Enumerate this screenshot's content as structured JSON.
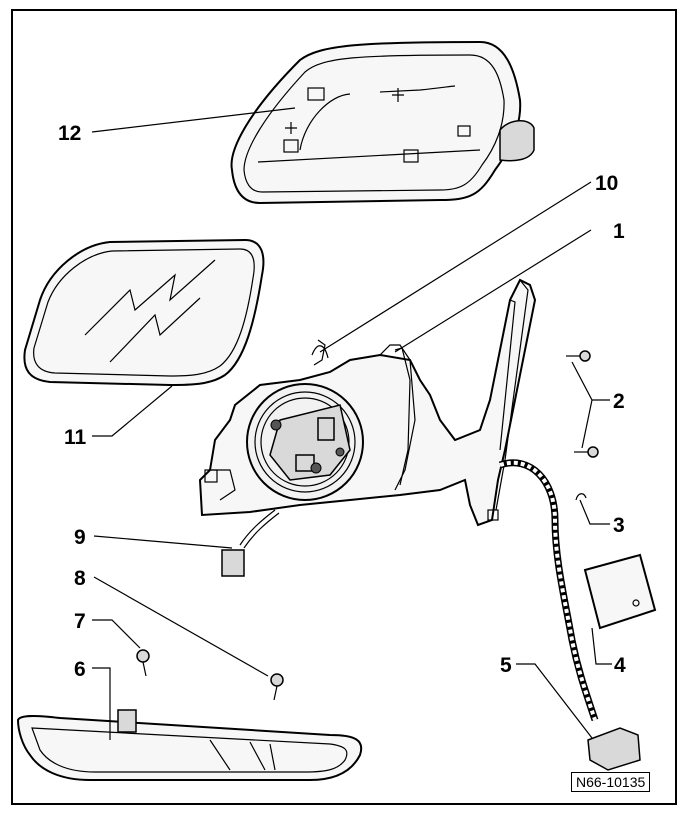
{
  "drawing": {
    "reference_code": "N66-10135"
  },
  "callouts": [
    {
      "id": "1",
      "label": "1"
    },
    {
      "id": "2",
      "label": "2"
    },
    {
      "id": "3",
      "label": "3"
    },
    {
      "id": "4",
      "label": "4"
    },
    {
      "id": "5",
      "label": "5"
    },
    {
      "id": "6",
      "label": "6"
    },
    {
      "id": "7",
      "label": "7"
    },
    {
      "id": "8",
      "label": "8"
    },
    {
      "id": "9",
      "label": "9"
    },
    {
      "id": "10",
      "label": "10"
    },
    {
      "id": "11",
      "label": "11"
    },
    {
      "id": "12",
      "label": "12"
    }
  ]
}
